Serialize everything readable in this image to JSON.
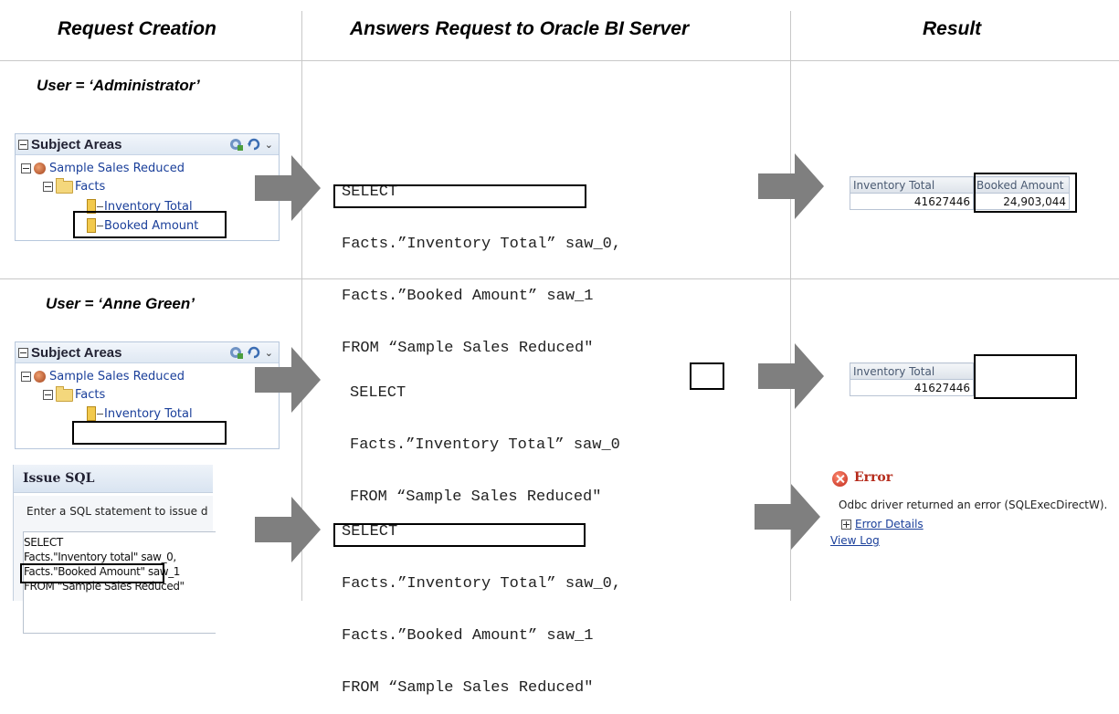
{
  "headers": {
    "col1": "Request Creation",
    "col2": "Answers Request to Oracle BI Server",
    "col3": "Result"
  },
  "sections": [
    {
      "user_label": "User = ‘Administrator’",
      "subject_areas": {
        "title": "Subject Areas",
        "subject": "Sample Sales Reduced",
        "folder": "Facts",
        "columns": [
          "Inventory Total",
          "Booked Amount"
        ]
      },
      "sql_lines": [
        "SELECT",
        "Facts.”Inventory Total” saw_0,",
        "Facts.”Booked Amount” saw_1",
        "FROM “Sample Sales Reduced\""
      ],
      "result": {
        "headers": [
          "Inventory Total",
          "Booked Amount"
        ],
        "values": [
          "41627446",
          "24,903,044"
        ]
      }
    },
    {
      "user_label": "User = ‘Anne Green’",
      "subject_areas": {
        "title": "Subject Areas",
        "subject": "Sample Sales Reduced",
        "folder": "Facts",
        "columns": [
          "Inventory Total"
        ]
      },
      "sql_lines": [
        "SELECT",
        "Facts.”Inventory Total” saw_0",
        "FROM “Sample Sales Reduced\""
      ],
      "result": {
        "headers": [
          "Inventory Total"
        ],
        "values": [
          "41627446"
        ]
      }
    },
    {
      "issue_sql": {
        "title": "Issue SQL",
        "prompt": "Enter a SQL statement to issue d",
        "lines": [
          "SELECT",
          "Facts.\"Inventory total\" saw_0,",
          "Facts.\"Booked Amount\" saw_1",
          "FROM \"Sample Sales Reduced\""
        ]
      },
      "sql_lines": [
        "SELECT",
        "Facts.”Inventory Total” saw_0,",
        "Facts.”Booked Amount” saw_1",
        "FROM “Sample Sales Reduced\""
      ],
      "error": {
        "title": "Error",
        "message": "Odbc driver returned an error (SQLExecDirectW).",
        "details_link": "Error Details",
        "view_log_link": "View Log"
      }
    }
  ],
  "colors": {
    "arrow": "#7f7f7f",
    "link": "#1a3f9a",
    "error": "#b52a1a",
    "divider": "#c8c8c8"
  }
}
